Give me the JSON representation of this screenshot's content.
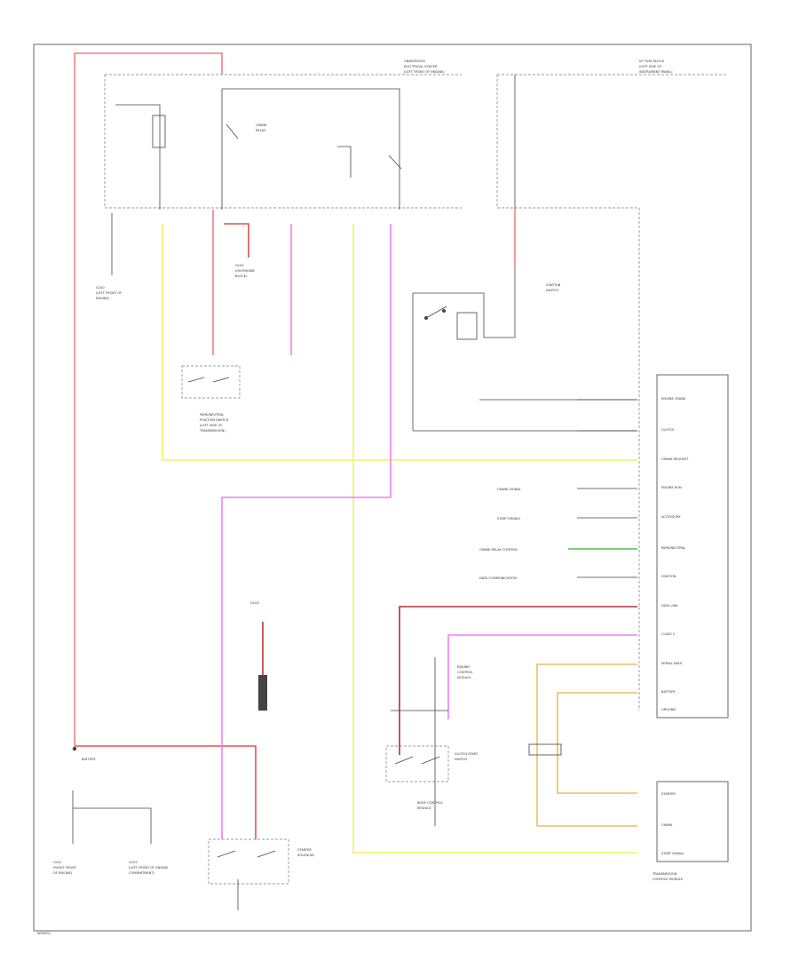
{
  "diagram": {
    "fuse_block_underhood_title": [
      "UNDERHOOD",
      "ELECTRICAL CENTER",
      "(LEFT FRONT OF ENGINE)"
    ],
    "fuse_block_ip_title": [
      "I/P FUSE BLOCK",
      "(LEFT SIDE OF",
      "INSTRUMENT PANEL)"
    ],
    "ignition_switch_label": [
      "IGNITION",
      "SWITCH"
    ],
    "crank_relay_label": [
      "CRANK",
      "RELAY"
    ],
    "starter_solenoid_label": [
      "STARTER",
      "SOLENOID"
    ],
    "battery_label": "BATTERY",
    "neutral_switch_label": [
      "PARK/NEUTRAL",
      "POSITION SWITCH",
      "(LEFT SIDE OF",
      "TRANSMISSION)"
    ],
    "ecm_label": [
      "ENGINE",
      "CONTROL",
      "MODULE"
    ],
    "ground_left_1": [
      "G100",
      "(LEFT FRONT OF",
      "ENGINE)"
    ],
    "ground_left_2": [
      "G101",
      "(RIGHT FRONT",
      "OF ENGINE)"
    ],
    "ground_mid": [
      "G102",
      "(ON ENGINE",
      "BLOCK)"
    ],
    "ground_underhood": [
      "G103",
      "(LEFT FRONT OF ENGINE",
      "COMPARTMENT)"
    ],
    "body_module_label": [
      "BODY CONTROL",
      "MODULE"
    ],
    "tcm_label": [
      "TRANSMISSION",
      "CONTROL MODULE"
    ],
    "clutch_switch_label": [
      "CLUTCH START",
      "SWITCH"
    ],
    "footer_code": "W00001",
    "right_connector_rows": [
      "ENGINE CRANK",
      "CLUTCH",
      "CRANK REQUEST",
      "ENGINE RUN",
      "ACCESSORY",
      "PARK/NEUTRAL",
      "IGNITION",
      "DATA LINK",
      "CLASS 2",
      "SERIAL DATA",
      "BATTERY",
      "GROUND"
    ],
    "left_signal_labels": [
      "CRANK SIGNAL",
      "START ENABLE",
      "CRANK RELAY CONTROL",
      "DATA COMMUNICATION"
    ],
    "bottom_right_labels": [
      "STARTER",
      "CRANK",
      "START SIGNAL"
    ],
    "wire_colors": {
      "battery_feed": "#f08080",
      "dark_red": "#b03040",
      "pink": "#ee82ee",
      "yellow": "#f4f060",
      "orange_yellow": "#e8c060",
      "green": "#50c050"
    }
  }
}
